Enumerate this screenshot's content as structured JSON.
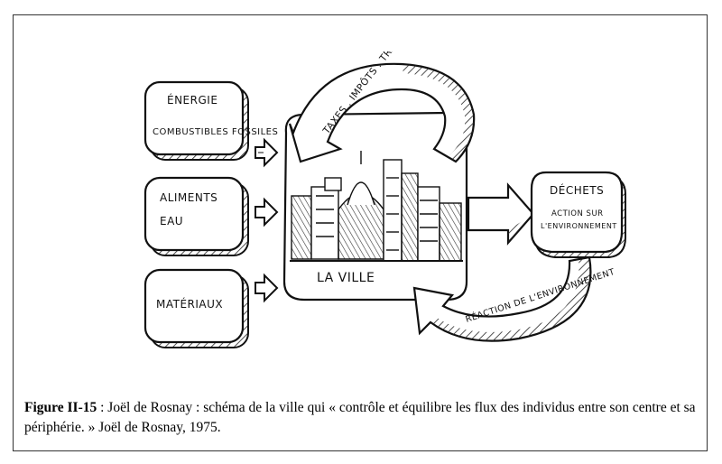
{
  "diagram": {
    "inputs": [
      {
        "lines": [
          "ÉNERGIE",
          "COMBUSTIBLES FOSSILES"
        ]
      },
      {
        "lines": [
          "ALIMENTS",
          "EAU"
        ]
      },
      {
        "lines": [
          "MATÉRIAUX"
        ]
      }
    ],
    "city_label": "LA VILLE",
    "top_arrow_label": "TAXES . IMPÔTS . TRAVAIL",
    "output_box": {
      "title": "DÉCHETS",
      "lines": [
        "ACTION SUR",
        "L'ENVIRONNEMENT"
      ]
    },
    "bottom_arrow_label": "RÉACTION DE L'ENVIRONNEMENT"
  },
  "caption": {
    "label": "Figure II-15",
    "text": " : Joël de Rosnay : schéma de la ville qui « contrôle et équilibre les flux des individus entre son centre et sa périphérie. » Joël de Rosnay, 1975."
  }
}
